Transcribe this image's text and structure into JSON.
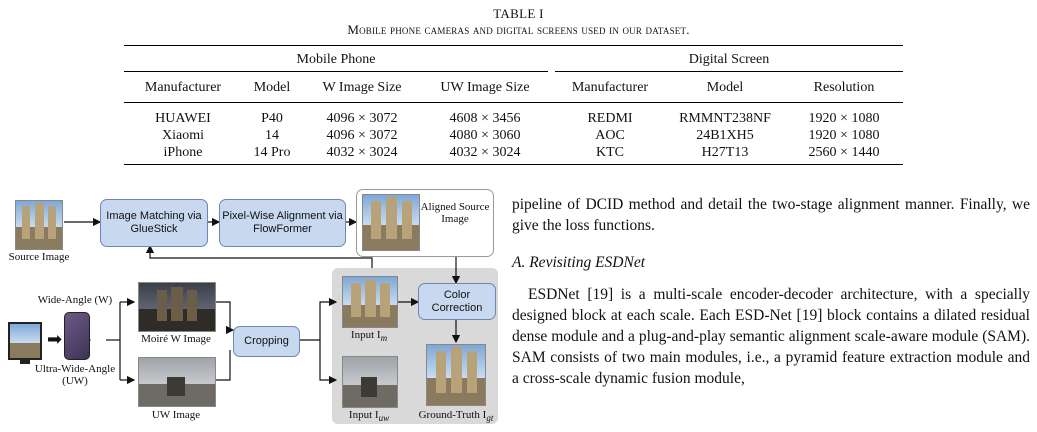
{
  "table": {
    "label": "TABLE I",
    "caption": "Mobile phone cameras and digital screens used in our dataset.",
    "group_left": "Mobile Phone",
    "group_right": "Digital Screen",
    "headers": [
      "Manufacturer",
      "Model",
      "W Image Size",
      "UW Image Size",
      "Manufacturer",
      "Model",
      "Resolution"
    ],
    "rows": [
      [
        "HUAWEI",
        "P40",
        "4096 × 3072",
        "4608 × 3456",
        "REDMI",
        "RMMNT238NF",
        "1920 × 1080"
      ],
      [
        "Xiaomi",
        "14",
        "4096 × 3072",
        "4080 × 3060",
        "AOC",
        "24B1XH5",
        "1920 × 1080"
      ],
      [
        "iPhone",
        "14 Pro",
        "4032 × 3024",
        "4032 × 3024",
        "KTC",
        "H27T13",
        "2560 × 1440"
      ]
    ]
  },
  "figure": {
    "source_image_label": "Source Image",
    "matching_box": "Image Matching via GlueStick",
    "pixel_align_box": "Pixel-Wise Alignment via FlowFormer",
    "aligned_label": "Aligned Source Image",
    "wide_angle_label": "Wide-Angle (W)",
    "ultra_wide_label": "Ultra-Wide-Angle (UW)",
    "moire_w_label": "Moiré W Image",
    "uw_image_label": "UW Image",
    "cropping_box": "Cropping",
    "color_correction_box": "Color Correction",
    "input_m_label": "Input I",
    "input_m_sub": "m",
    "input_uw_label": "Input I",
    "input_uw_sub": "uw",
    "gt_label": "Ground-Truth I",
    "gt_sub": "gt"
  },
  "body": {
    "para1": "pipeline of DCID method and detail the two-stage alignment manner. Finally, we give the loss functions.",
    "section_title": "A. Revisiting ESDNet",
    "para2": "ESDNet [19] is a multi-scale encoder-decoder architecture, with a specially designed block at each scale. Each ESD-Net [19] block contains a dilated residual dense module and a plug-and-play semantic alignment scale-aware module (SAM). SAM consists of two main modules, i.e., a pyramid feature extraction module and a cross-scale dynamic fusion module,"
  }
}
